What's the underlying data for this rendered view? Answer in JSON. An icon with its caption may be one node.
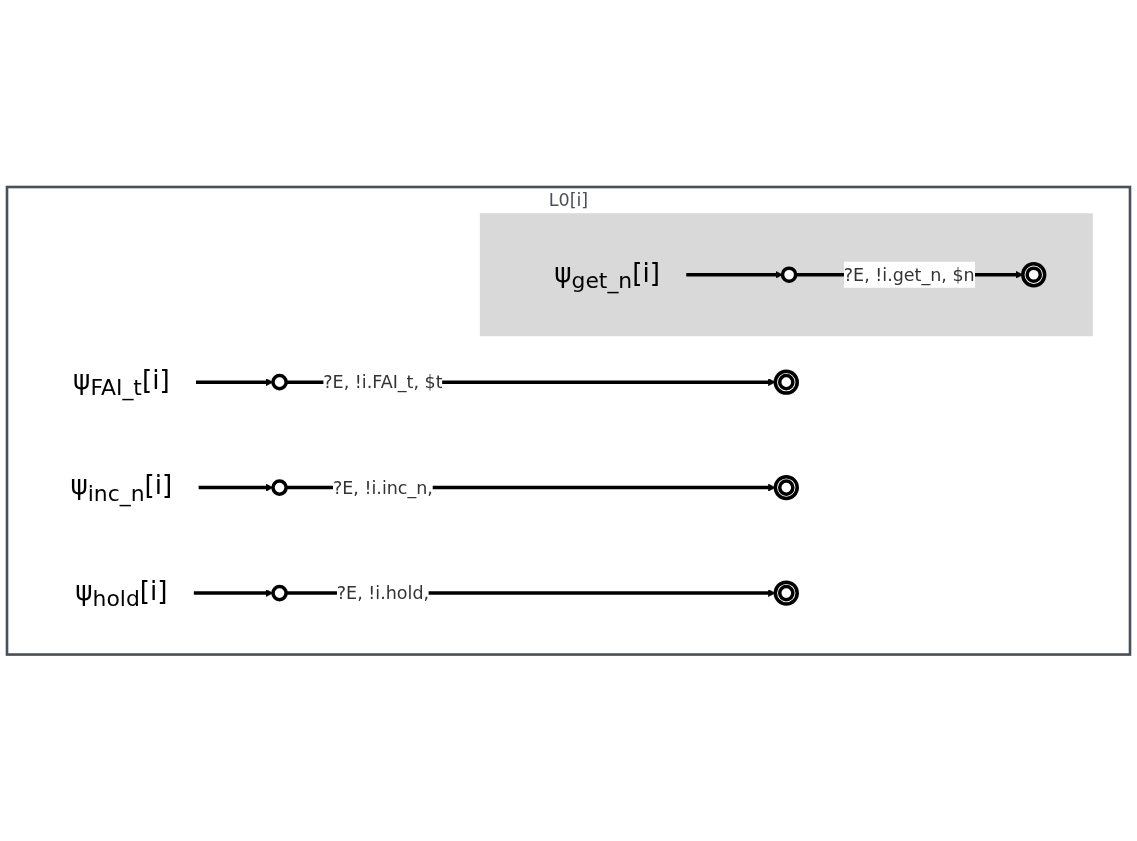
{
  "diagram": {
    "nodes": [
      {
        "text": [
          "L0[i]"
        ]
      },
      {
        "text": [
          "ψ$_{FAI_t}$[i]"
        ],
        "in": 0
      },
      {
        "text": [],
        "shape": "circle",
        "in": 0
      },
      {
        "text": [],
        "shape": "double-circle",
        "in": 0
      },
      {
        "text": [],
        "shape": "band",
        "in": 0
      },
      {
        "text": [
          "ψ$_{get_n}$[i]"
        ],
        "in": 4
      },
      {
        "text": [],
        "shape": "circle",
        "in": 4
      },
      {
        "text": [],
        "shape": "double-circle",
        "in": 4
      },
      {
        "text": [
          "ψ$_{inc_n}$[i]"
        ],
        "in": 0
      },
      {
        "text": [],
        "shape": "circle",
        "in": 0
      },
      {
        "text": [],
        "shape": "double-circle",
        "in": 0
      },
      {
        "text": [
          "ψ$_{hold}$[i]"
        ],
        "in": 0
      },
      {
        "text": [],
        "shape": "circle",
        "in": 0
      },
      {
        "text": [],
        "shape": "double-circle",
        "in": 0
      }
    ],
    "edges": [
      {
        "from": 1,
        "to": 2,
        "arrow": "to"
      },
      {
        "from": 2,
        "to": 3,
        "arrow": "to",
        "label": "?E, !i.FAI_t, $t"
      },
      {
        "from": 5,
        "to": 6,
        "arrow": "to"
      },
      {
        "from": 6,
        "to": 7,
        "arrow": "to",
        "label": "?E, !i.get_n, $n"
      },
      {
        "from": 8,
        "to": 9,
        "arrow": "to"
      },
      {
        "from": 9,
        "to": 10,
        "arrow": "to",
        "label": "?E, !i.inc_n,"
      },
      {
        "from": 11,
        "to": 12,
        "arrow": "to"
      },
      {
        "from": 12,
        "to": 13,
        "arrow": "to",
        "label": "?E, !i.hold,"
      }
    ]
  }
}
